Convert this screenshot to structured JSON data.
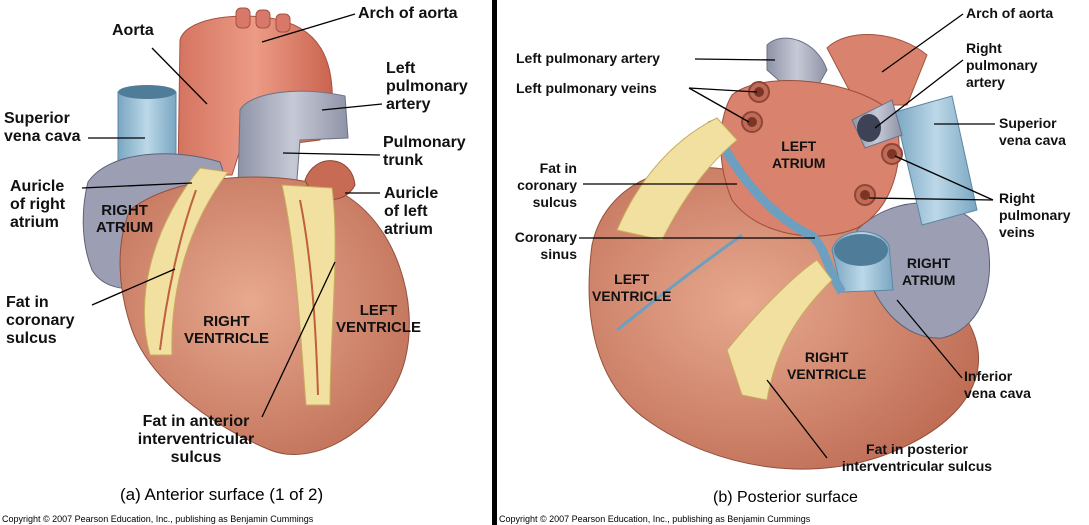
{
  "panel_a": {
    "labels": {
      "arch_of_aorta": "Arch of aorta",
      "aorta": "Aorta",
      "left_pulmonary_artery": "Left\npulmonary\nartery",
      "pulmonary_trunk": "Pulmonary\ntrunk",
      "superior_vena_cava": "Superior\nvena cava",
      "auricle_right_atrium": "Auricle\nof right\natrium",
      "right_atrium": "RIGHT\nATRIUM",
      "auricle_left_atrium": "Auricle\nof left\natrium",
      "fat_coronary_sulcus": "Fat in\ncoronary\nsulcus",
      "right_ventricle": "RIGHT\nVENTRICLE",
      "left_ventricle": "LEFT\nVENTRICLE",
      "fat_anterior_iv_sulcus": "Fat in anterior\ninterventricular\nsulcus"
    },
    "caption": "(a) Anterior surface (1 of 2)",
    "copyright": "Copyright © 2007 Pearson Education, Inc., publishing as Benjamin Cummings"
  },
  "panel_b": {
    "labels": {
      "arch_of_aorta": "Arch of aorta",
      "right_pulmonary_artery": "Right\npulmonary\nartery",
      "left_pulmonary_artery": "Left pulmonary artery",
      "left_pulmonary_veins": "Left pulmonary veins",
      "superior_vena_cava": "Superior\nvena cava",
      "left_atrium": "LEFT\nATRIUM",
      "fat_coronary_sulcus": "Fat in\ncoronary\nsulcus",
      "right_pulmonary_veins": "Right\npulmonary\nveins",
      "coronary_sinus": "Coronary\nsinus",
      "right_atrium": "RIGHT\nATRIUM",
      "left_ventricle": "LEFT\nVENTRICLE",
      "right_ventricle": "RIGHT\nVENTRICLE",
      "inferior_vena_cava": "Inferior\nvena cava",
      "fat_posterior_iv_sulcus": "Fat in posterior\ninterventricular sulcus"
    },
    "caption": "(b) Posterior surface",
    "copyright": "Copyright © 2007 Pearson Education, Inc., publishing as Benjamin Cummings"
  },
  "colors": {
    "background": "#000000",
    "panel": "#ffffff",
    "muscle": "#d98f74",
    "artery": "#d9826d",
    "vein_blue": "#8fb7cf",
    "pulmonary_grey": "#9a9fb0",
    "fat": "#f1e0a0"
  }
}
